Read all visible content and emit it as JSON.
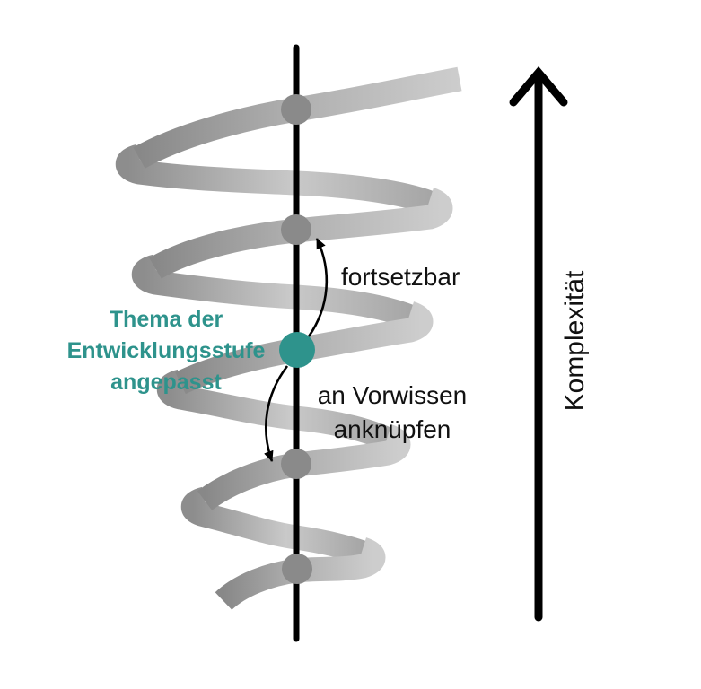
{
  "diagram": {
    "theme_label": {
      "line1": "Thema der",
      "line2": "Entwicklungsstufe",
      "line3": "angepasst"
    },
    "forward_annotation": "fortsetzbar",
    "prior_annotation": {
      "line1": "an Vorwissen",
      "line2": "anknüpfen"
    },
    "complexity_axis_label": "Komplexität",
    "colors": {
      "teal": "#2e938c",
      "dot_gray": "#8a8a8a",
      "axis_black": "#000000"
    }
  }
}
